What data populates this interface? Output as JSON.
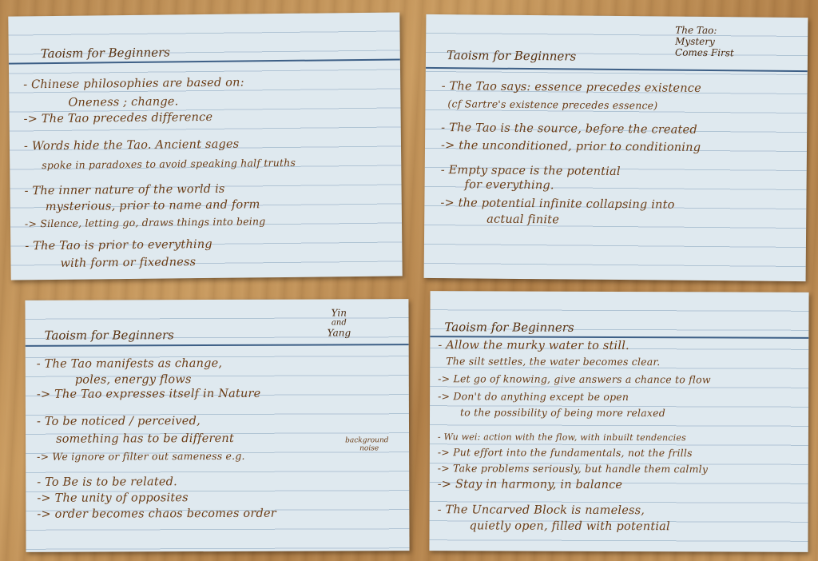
{
  "cards": [
    {
      "title": "Taoism for Beginners",
      "lines": [
        "- Chinese philosophies are based on:",
        "Oneness ; change.",
        "-> The Tao precedes difference",
        "- Words hide the Tao. Ancient sages",
        "spoke in paradoxes to avoid speaking half truths",
        "- The inner nature of the world is",
        "mysterious, prior to name and form",
        "-> Silence, letting go, draws things into being",
        "- The Tao is prior to everything",
        "with form or fixedness"
      ]
    },
    {
      "title": "Taoism for Beginners",
      "tag": [
        "The Tao:",
        "Mystery",
        "Comes First"
      ],
      "lines": [
        "- The Tao says: essence precedes existence",
        "(cf Sartre's existence precedes essence)",
        "- The Tao is the source, before the created",
        "-> the unconditioned, prior to conditioning",
        "- Empty space is the potential",
        "for everything.",
        "-> the potential infinite collapsing into",
        "actual finite"
      ]
    },
    {
      "title": "Taoism for Beginners",
      "tag": [
        "Yin",
        "and",
        "Yang"
      ],
      "lines": [
        "- The Tao manifests as change,",
        "poles, energy flows",
        "-> The Tao expresses itself in Nature",
        "- To be noticed / perceived,",
        "something has to be different",
        "-> We ignore or filter out sameness e.g.",
        "- To Be is to be related.",
        "-> The unity of opposites",
        "-> order becomes chaos becomes order"
      ],
      "note": [
        "background",
        "noise"
      ]
    },
    {
      "title": "Taoism for Beginners",
      "lines": [
        "- Allow the murky water to still.",
        "The silt settles, the water becomes clear.",
        "-> Let go of knowing, give answers a chance to flow",
        "-> Don't do anything except be open",
        "to the possibility of being more relaxed",
        "- Wu wei: action with the flow, with inbuilt tendencies",
        "-> Put effort into the fundamentals, not the frills",
        "-> Take problems seriously, but handle them calmly",
        "-> Stay in harmony, in balance",
        "- The Uncarved Block is nameless,",
        "quietly open, filled with potential"
      ]
    }
  ]
}
